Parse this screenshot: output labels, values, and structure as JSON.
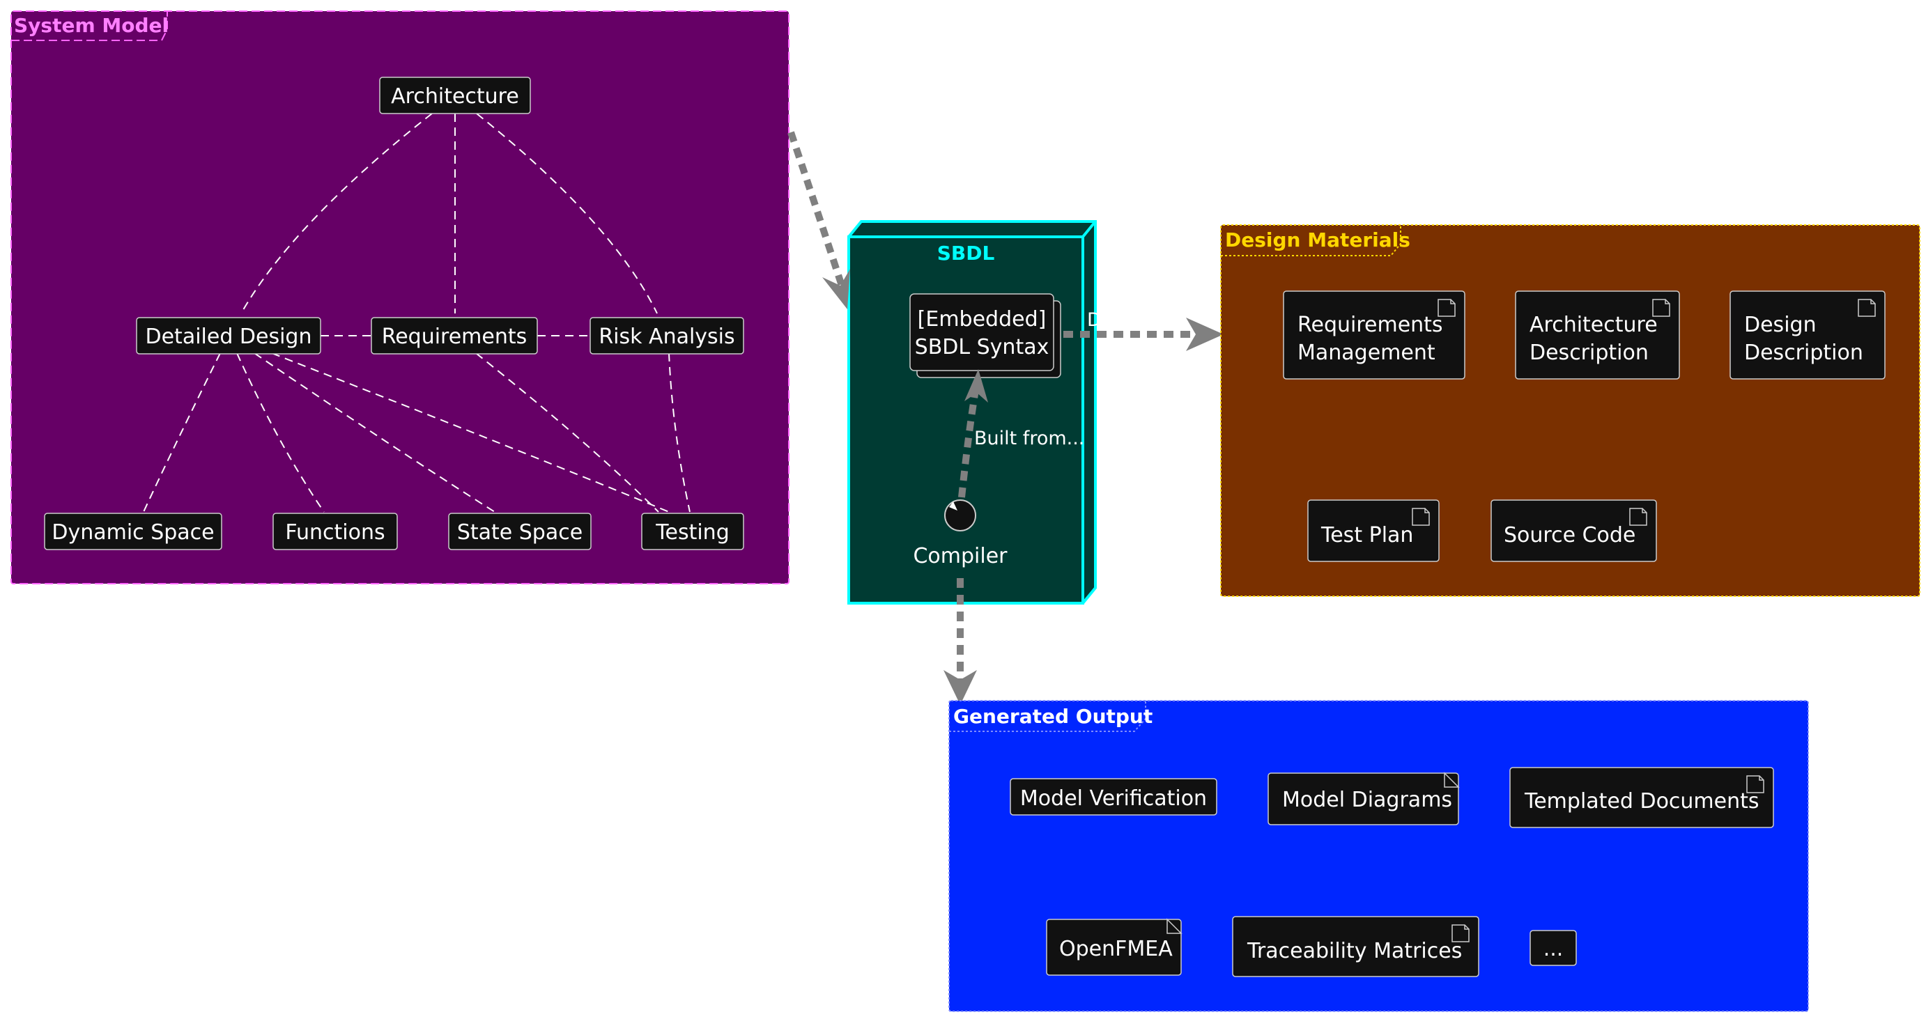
{
  "packages": {
    "system_model": {
      "label": "System Model",
      "fill": "#660066",
      "border": "#ff66ff",
      "label_color": "#ff80ff"
    },
    "sbdl": {
      "label": "SBDL",
      "fill": "#003b33",
      "border": "#00ffff",
      "label_color": "#00ffff"
    },
    "design_materials": {
      "label": "Design Materials",
      "fill": "#7a3000",
      "border": "#ffd700",
      "label_color": "#ffd700"
    },
    "generated_output": {
      "label": "Generated Output",
      "fill": "#0026ff",
      "border": "#7f8cff",
      "label_color": "#ffffff"
    }
  },
  "system_model": {
    "architecture": "Architecture",
    "detailed_design": "Detailed Design",
    "requirements": "Requirements",
    "risk_analysis": "Risk Analysis",
    "dynamic_space": "Dynamic Space",
    "functions": "Functions",
    "state_space": "State Space",
    "testing": "Testing"
  },
  "sbdl": {
    "syntax_line1": "[Embedded]",
    "syntax_line2": "SBDL Syntax",
    "compiler": "Compiler",
    "built_from": "Built from..."
  },
  "design_materials": {
    "requirements_management_line1": "Requirements",
    "requirements_management_line2": "Management",
    "architecture_description_line1": "Architecture",
    "architecture_description_line2": "Description",
    "design_description_line1": "Design",
    "design_description_line2": "Description",
    "test_plan": "Test Plan",
    "source_code": "Source Code"
  },
  "generated_output": {
    "model_verification": "Model Verification",
    "model_diagrams": "Model Diagrams",
    "templated_documents": "Templated Documents",
    "openfmea": "OpenFMEA",
    "traceability_matrices": "Traceability Matrices",
    "ellipsis": "..."
  },
  "edges": {
    "sbdl_to_design_label": "D"
  },
  "colors": {
    "node_fill": "#111111",
    "node_border": "#cccccc",
    "arrow": "#808080",
    "dashed_link": "#ffffff"
  }
}
